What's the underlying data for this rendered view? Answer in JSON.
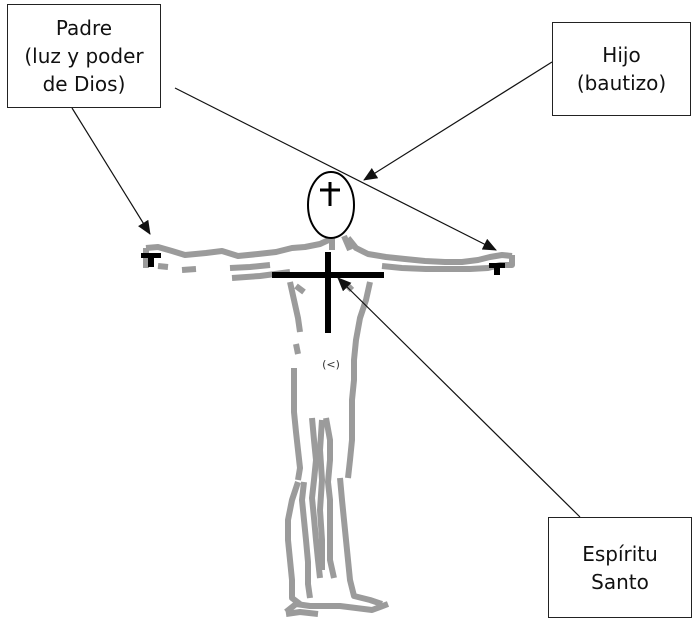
{
  "labels": {
    "padre": [
      "Padre",
      "(luz y poder",
      "de Dios)"
    ],
    "hijo": [
      "Hijo",
      "(bautizo)"
    ],
    "espiritu": [
      "Espíritu",
      "Santo"
    ],
    "navel_mark": "(<)"
  },
  "colors": {
    "figure": "#9b9b9b",
    "cross": "#000000",
    "arrow": "#111111",
    "box_border": "#222222",
    "text": "#111111",
    "background": "#ffffff"
  }
}
